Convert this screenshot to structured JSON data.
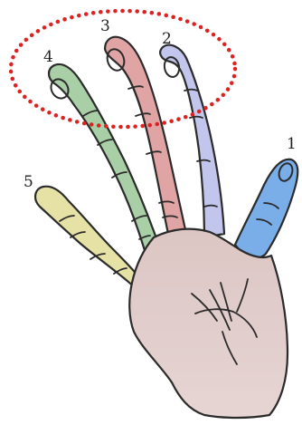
{
  "figure": {
    "finger_labels": {
      "thumb": "1",
      "index": "2",
      "middle": "3",
      "ring": "4",
      "little": "5"
    },
    "colors": {
      "thumb": "#7aaee8",
      "index": "#c3c6ec",
      "middle": "#e0a4a4",
      "ring": "#a9cfa6",
      "little": "#e6e2a6",
      "palm": "#e6d5d3",
      "highlight": "#dd2222"
    },
    "highlight": {
      "style": "dotted-ellipse",
      "encloses": [
        "ring",
        "middle",
        "index"
      ]
    }
  }
}
